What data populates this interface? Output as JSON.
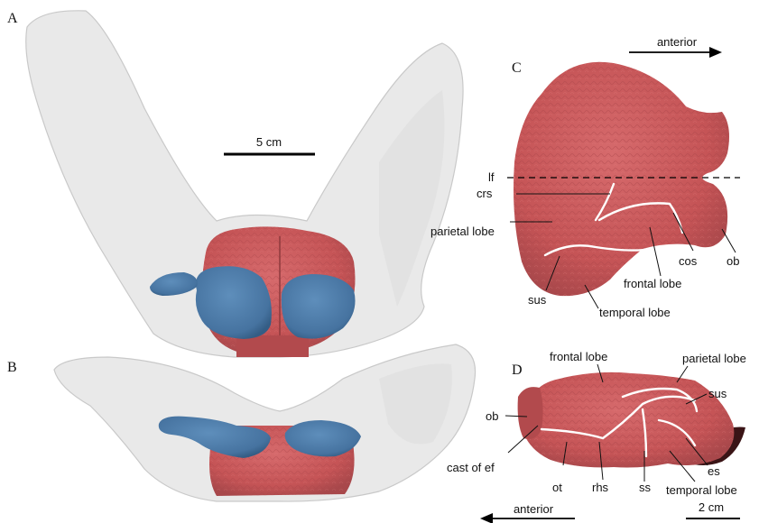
{
  "panels": {
    "a": "A",
    "b": "B",
    "c": "C",
    "d": "D"
  },
  "scale_bars": {
    "top": "5 cm",
    "bottom": "2 cm"
  },
  "orientation": {
    "top": "anterior",
    "bottom": "anterior"
  },
  "panel_c_labels": {
    "lf": "lf",
    "crs": "crs",
    "parietal": "parietal lobe",
    "cos": "cos",
    "ob": "ob",
    "frontal": "frontal lobe",
    "sus": "sus",
    "temporal": "temporal lobe"
  },
  "panel_d_labels": {
    "frontal": "frontal lobe",
    "parietal": "parietal lobe",
    "sus": "sus",
    "ob": "ob",
    "cast_ef": "cast of ef",
    "ot": "ot",
    "rhs": "rhs",
    "ss": "ss",
    "es": "es",
    "temporal": "temporal lobe"
  },
  "colors": {
    "brain": "#c8585a",
    "brain_dark": "#9e3d40",
    "bulb": "#4f7fab",
    "bulb_dark": "#2f5a80",
    "skull": "#e9e9e9"
  }
}
